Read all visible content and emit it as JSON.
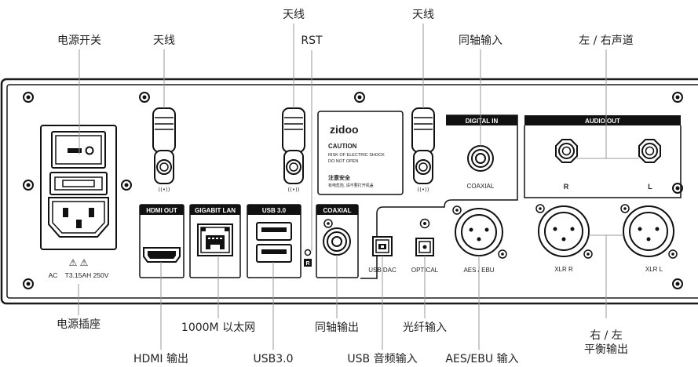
{
  "callouts": {
    "power_switch": "电源开关",
    "antenna_1": "天线",
    "antenna_2": "天线",
    "antenna_3": "天线",
    "rst": "RST",
    "coax_in": "同轴输入",
    "lr_channel": "左 / 右声道",
    "power_socket": "电源插座",
    "hdmi_out": "HDMI 输出",
    "lan": "1000M 以太网",
    "usb30": "USB3.0",
    "coax_out": "同轴输出",
    "usb_audio_in": "USB 音频输入",
    "optical_in": "光纤输入",
    "aes_in": "AES/EBU 输入",
    "balanced_out_1": "右 / 左",
    "balanced_out_2": "平衡输出"
  },
  "panel": {
    "port_headers": {
      "hdmi": "HDMI OUT",
      "lan": "GIGABIT LAN",
      "usb": "USB 3.0",
      "coaxial_out": "COAXIAL",
      "digital_in": "DIGITAL IN",
      "audio_out": "AUDIO OUT"
    },
    "port_labels": {
      "coaxial_in": "COAXIAL",
      "usb_dac": "USB DAC",
      "optical": "OPTICAL",
      "aes_ebu": "AES / EBU",
      "r": "R",
      "l": "L",
      "xlr_r": "XLR R",
      "xlr_l": "XLR L",
      "rst_mark": "R"
    },
    "power_rating": "AC    T3.15AH 250V",
    "warning_symbols": "⚠ ⚠",
    "caution": {
      "brand": "zidoo",
      "title": "CAUTION",
      "line1": "RISK OF ELECTRIC SHOCK",
      "line2": "DO NOT OPEN",
      "cn_title": "注意安全",
      "cn_line": "有电危险, 请不要打开机盖"
    }
  }
}
